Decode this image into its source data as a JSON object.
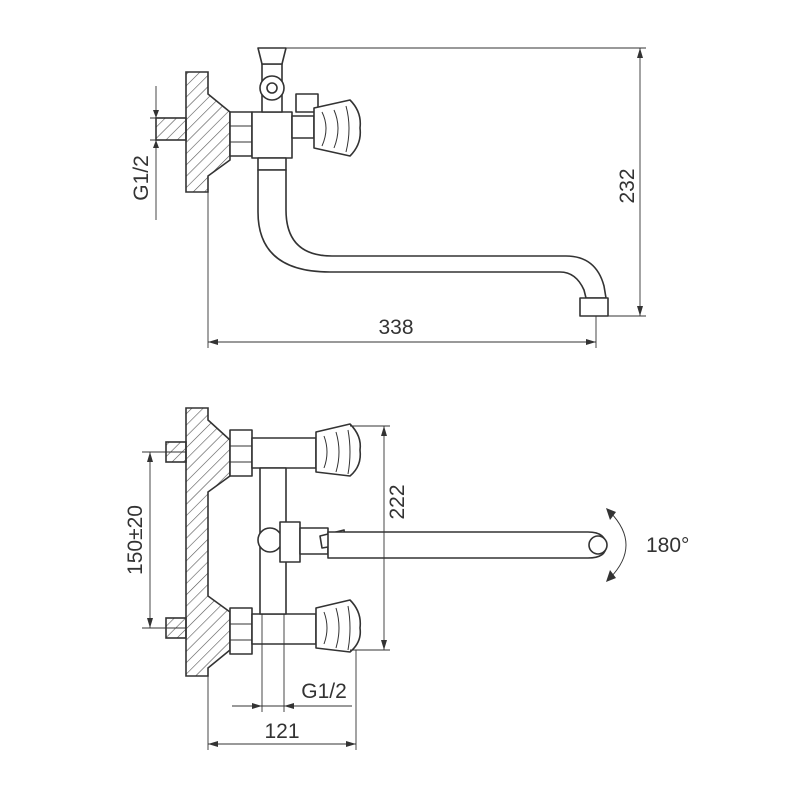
{
  "side_view": {
    "thread_label": "G1/2",
    "width_label": "338",
    "height_label": "232"
  },
  "top_view": {
    "spacing_label": "150±20",
    "height_label": "222",
    "rotation_label": "180°",
    "thread_label": "G1/2",
    "depth_label": "121"
  }
}
